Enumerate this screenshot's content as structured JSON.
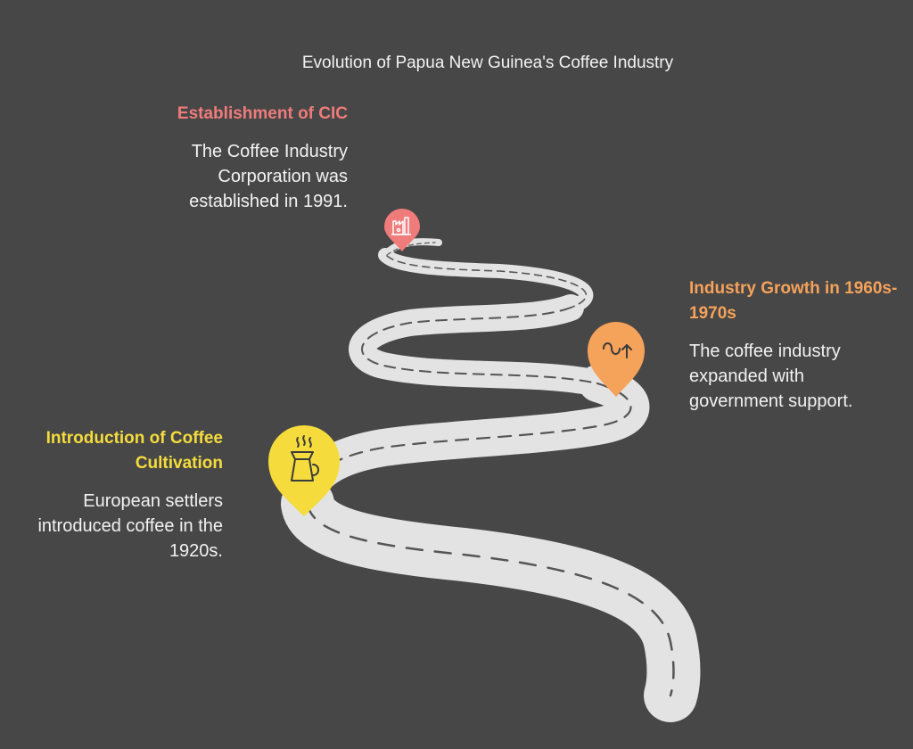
{
  "title": "Evolution of Papua New Guinea's Coffee Industry",
  "milestones": [
    {
      "heading": "Establishment of CIC",
      "description": "The Coffee Industry Corporation was established in 1991.",
      "icon": "factory-icon",
      "color": "#f07b7b"
    },
    {
      "heading": "Industry Growth in 1960s-1970s",
      "description": "The coffee industry expanded with government support.",
      "icon": "growth-arrow-icon",
      "color": "#f5a25a"
    },
    {
      "heading": "Introduction of Coffee Cultivation",
      "description": "European settlers introduced coffee in the 1920s.",
      "icon": "coffee-pot-icon",
      "color": "#f5dc3c"
    }
  ],
  "colors": {
    "background": "#474747",
    "road": "#e3e3e3",
    "road_dash": "#555555"
  }
}
